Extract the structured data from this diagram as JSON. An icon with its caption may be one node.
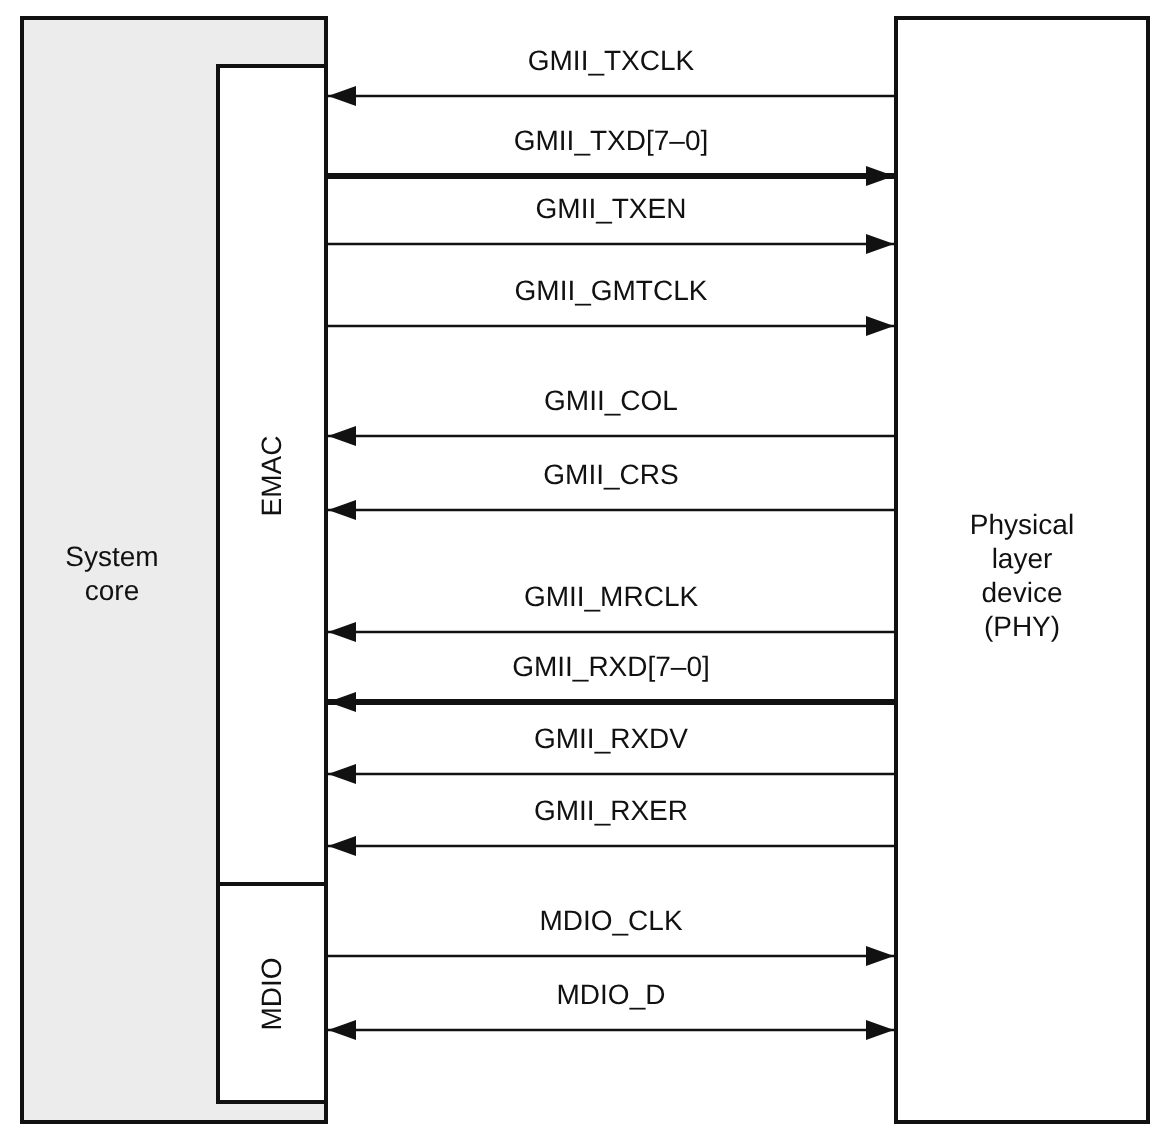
{
  "diagram": {
    "nodes": [
      {
        "text": [
          "System core"
        ]
      },
      {
        "text": [
          "EMAC"
        ],
        "in": 0
      },
      {
        "text": [
          "MDIO"
        ],
        "in": 0
      },
      {
        "text": [
          "Physical layer device (PHY)"
        ]
      }
    ],
    "edges": [
      {
        "from": 3,
        "to": 1,
        "arrow": "to",
        "label": "GMII_TXCLK"
      },
      {
        "from": 1,
        "to": 3,
        "arrow": "to",
        "label": "GMII_TXD[7–0]",
        "style": "thick"
      },
      {
        "from": 1,
        "to": 3,
        "arrow": "to",
        "label": "GMII_TXEN"
      },
      {
        "from": 1,
        "to": 3,
        "arrow": "to",
        "label": "GMII_GMTCLK"
      },
      {
        "from": 3,
        "to": 1,
        "arrow": "to",
        "label": "GMII_COL"
      },
      {
        "from": 3,
        "to": 1,
        "arrow": "to",
        "label": "GMII_CRS"
      },
      {
        "from": 3,
        "to": 1,
        "arrow": "to",
        "label": "GMII_MRCLK"
      },
      {
        "from": 3,
        "to": 1,
        "arrow": "to",
        "label": "GMII_RXD[7–0]",
        "style": "thick"
      },
      {
        "from": 3,
        "to": 1,
        "arrow": "to",
        "label": "GMII_RXDV"
      },
      {
        "from": 3,
        "to": 1,
        "arrow": "to",
        "label": "GMII_RXER"
      },
      {
        "from": 2,
        "to": 3,
        "arrow": "to",
        "label": "MDIO_CLK"
      },
      {
        "from": 2,
        "to": 3,
        "arrow": "both",
        "label": "MDIO_D"
      }
    ]
  }
}
